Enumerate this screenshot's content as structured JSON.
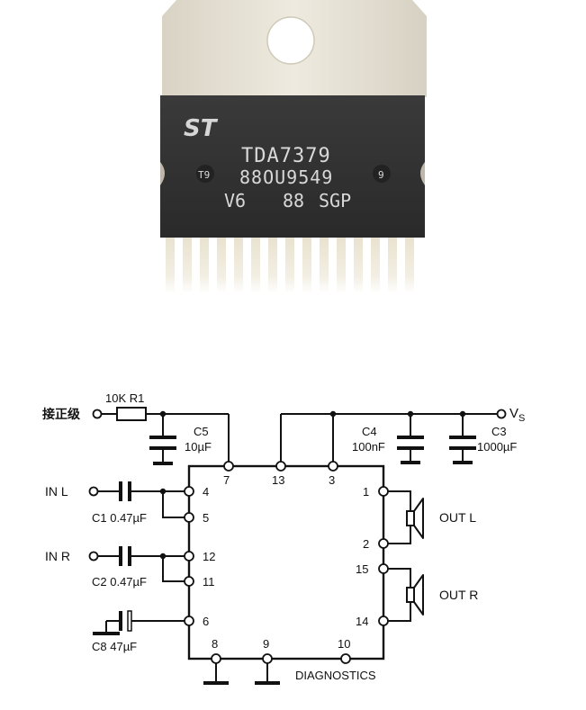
{
  "chip": {
    "logo": "ST",
    "line1": "TDA7379",
    "line2": "88OU9549",
    "line3_a": "V6",
    "line3_b": "88",
    "line3_c": "SGP",
    "mark_left": "T9",
    "mark_right": "9"
  },
  "schematic": {
    "supply_label": "接正级",
    "r1_label": "10K R1",
    "vs_label": "V",
    "vs_sub": "S",
    "c5_name": "C5",
    "c5_value": "10µF",
    "c4_name": "C4",
    "c4_value": "100nF",
    "c3_name": "C3",
    "c3_value": "1000µF",
    "c1_label": "C1 0.47µF",
    "c2_label": "C2 0.47µF",
    "c8_label": "C8 47µF",
    "in_l": "IN L",
    "in_r": "IN R",
    "out_l": "OUT L",
    "out_r": "OUT R",
    "diagnostics": "DIAGNOSTICS",
    "pins": {
      "p1": "1",
      "p2": "2",
      "p3": "3",
      "p4": "4",
      "p5": "5",
      "p6": "6",
      "p7": "7",
      "p8": "8",
      "p9": "9",
      "p10": "10",
      "p11": "11",
      "p12": "12",
      "p13": "13",
      "p14": "14",
      "p15": "15"
    }
  }
}
